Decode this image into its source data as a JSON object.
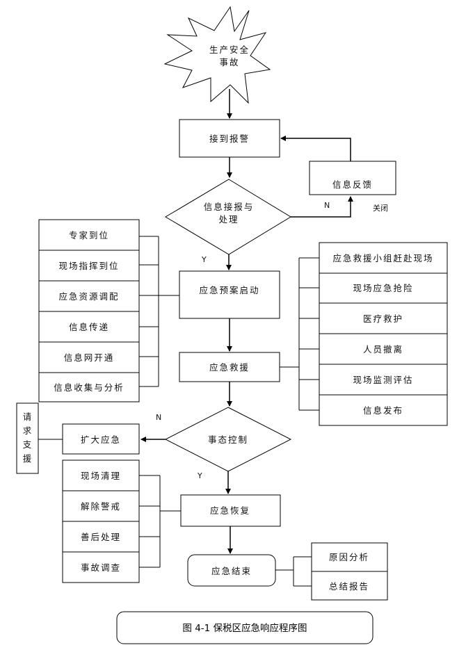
{
  "start": {
    "line1": "生产安全",
    "line2": "事故"
  },
  "receive_alarm": "接到报警",
  "feedback": "信息反馈",
  "decision1": {
    "line1": "信息接报与",
    "line2": "处理",
    "no_label": "N",
    "yes_label": "Y",
    "close_label": "关闭"
  },
  "plan_start": "应急预案启动",
  "left_items": [
    "专家到位",
    "现场指挥到位",
    "应急资源调配",
    "信息传递",
    "信息网开通",
    "信息收集与分析"
  ],
  "rescue": "应急救援",
  "right_items": [
    "应急救援小组赶赴现场",
    "现场应急抢险",
    "医疗救护",
    "人员撤离",
    "现场监测评估",
    "信息发布"
  ],
  "decision2": {
    "label": "事态控制",
    "no_label": "N",
    "yes_label": "Y"
  },
  "expand": "扩大应急",
  "request_support": [
    "请",
    "求",
    "支",
    "援"
  ],
  "recovery": "应急恢复",
  "recovery_items": [
    "现场清理",
    "解除警戒",
    "善后处理",
    "事故调查"
  ],
  "end": "应急结束",
  "end_items": [
    "原因分析",
    "总结报告"
  ],
  "caption": "图 4-1 保税区应急响应程序图"
}
